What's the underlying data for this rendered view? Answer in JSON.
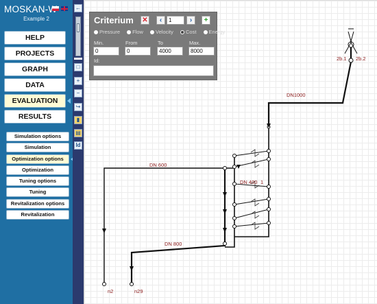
{
  "app": {
    "title": "MOSKAN-W",
    "subtitle": "Example 2"
  },
  "main_menu": [
    {
      "label": "HELP"
    },
    {
      "label": "PROJECTS"
    },
    {
      "label": "GRAPH"
    },
    {
      "label": "DATA"
    },
    {
      "label": "EVALUATION",
      "active": true
    },
    {
      "label": "RESULTS"
    }
  ],
  "sub_menu": [
    {
      "label": "Simulation options"
    },
    {
      "label": "Simulation"
    },
    {
      "label": "Optimization options",
      "active": true
    },
    {
      "label": "Optimization"
    },
    {
      "label": "Tuning options"
    },
    {
      "label": "Tuning"
    },
    {
      "label": "Revitalization options"
    },
    {
      "label": "Revitalization"
    }
  ],
  "toolbar": {
    "icons": [
      "back-icon",
      "save-icon",
      "zoom-in-icon",
      "zoom-out-icon",
      "share-icon",
      "chart-icon",
      "table-icon",
      "id-icon"
    ],
    "id_label": "Id"
  },
  "criterium": {
    "title": "Criterium",
    "counter": "1",
    "criteria": [
      "Pressure",
      "Flow",
      "Velocity",
      "Cost",
      "Energy"
    ],
    "selected": "Cost",
    "fields": {
      "min_label": "Min.",
      "from_label": "From",
      "to_label": "To",
      "max_label": "Max.",
      "min": "0",
      "from": "0",
      "to": "4000",
      "max": "8000",
      "id_label": "Id:"
    }
  },
  "network": {
    "labels": {
      "dn1000": "DN1000",
      "dn600": "DN 600",
      "dn400": "DN 400",
      "dn800": "DN 800",
      "n2": "n2",
      "n29": "n29",
      "zb1": "2b.1",
      "zb2": "2b.2",
      "one": "1"
    }
  },
  "colors": {
    "sidebar": "#1f6fa3",
    "toolbar": "#2b3a6e",
    "label_red": "#8b1a1a"
  }
}
